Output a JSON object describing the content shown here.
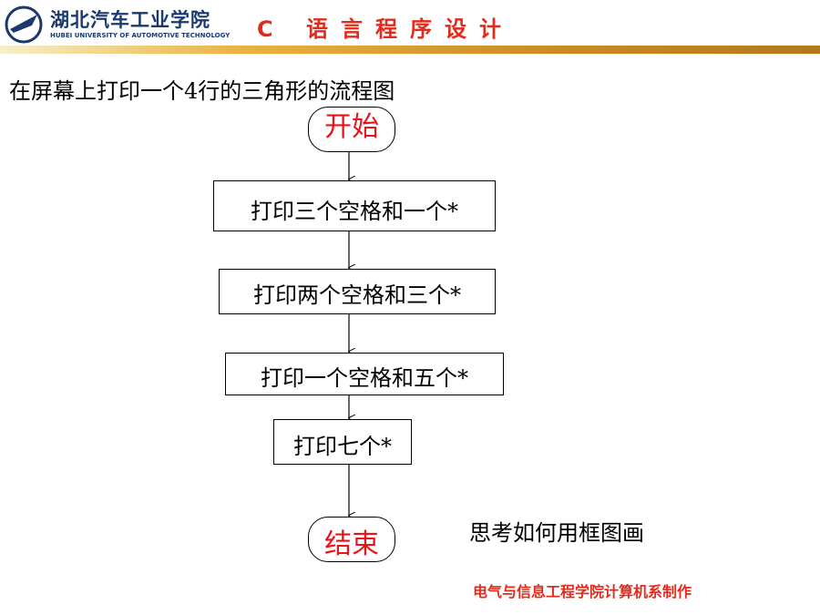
{
  "header": {
    "school_name": "湖北汽车工业学院",
    "school_name_en": "HUBEI UNIVERSITY OF AUTOMOTIVE TECHNOLOGY",
    "course_title": "C 语言程序设计",
    "logo_icon": "university-logo-icon",
    "accent_color": "#e22b1c",
    "brand_color": "#1a3a6e"
  },
  "slide": {
    "heading": "在屏幕上打印一个4行的三角形的流程图"
  },
  "flowchart": {
    "start": "开始",
    "steps": [
      "打印三个空格和一个*",
      "打印两个空格和三个*",
      "打印一个空格和五个*",
      "打印七个*"
    ],
    "end": "结束",
    "terminal_text_color": "#e8141c"
  },
  "note": "思考如何用框图画",
  "footer": {
    "credit": "电气与信息工程学院计算机系制作"
  }
}
